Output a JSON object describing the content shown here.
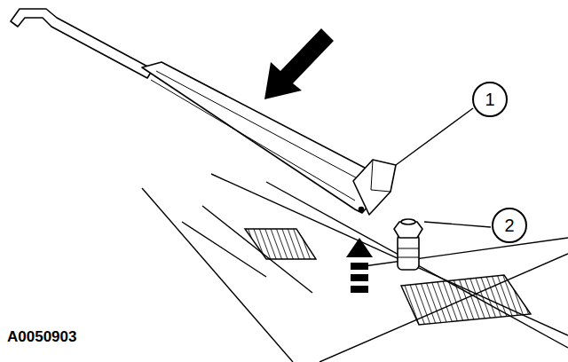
{
  "diagram": {
    "nodes": [
      {
        "text": [
          "1"
        ]
      },
      {
        "text": [
          "2"
        ]
      }
    ],
    "labels": [
      "A0050903"
    ]
  }
}
